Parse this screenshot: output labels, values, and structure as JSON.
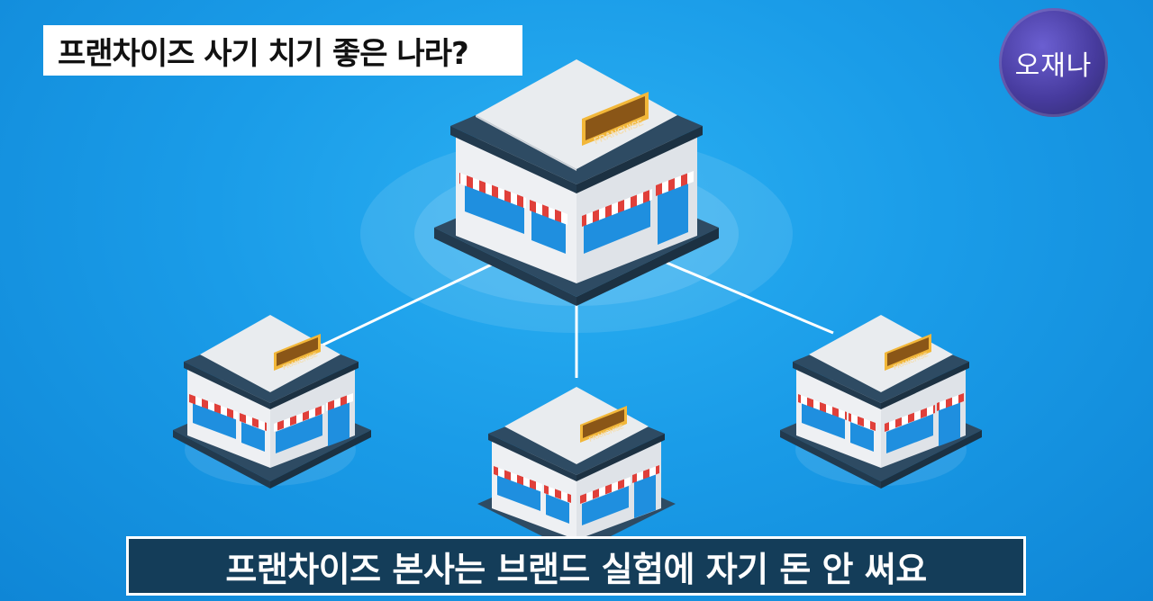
{
  "title": "프랜차이즈 사기 치기 좋은 나라?",
  "logo": "오재나",
  "subtitle": "프랜차이즈 본사는 브랜드 실험에 자기 돈 안 써요",
  "store_signs": {
    "main": "FRANCHISE",
    "left": "FRANCHISE",
    "center": "FRANCHISE",
    "right": "FRANCHISE"
  },
  "colors": {
    "background": "#1a9ce8",
    "roof": "#e9ecef",
    "roof_edge": "#2e4b63",
    "wall": "#f1f2f4",
    "window": "#1f8fdf",
    "awning_red": "#e0403a",
    "sign_gold": "#f2b739",
    "subtitle_bg": "#143d59"
  }
}
